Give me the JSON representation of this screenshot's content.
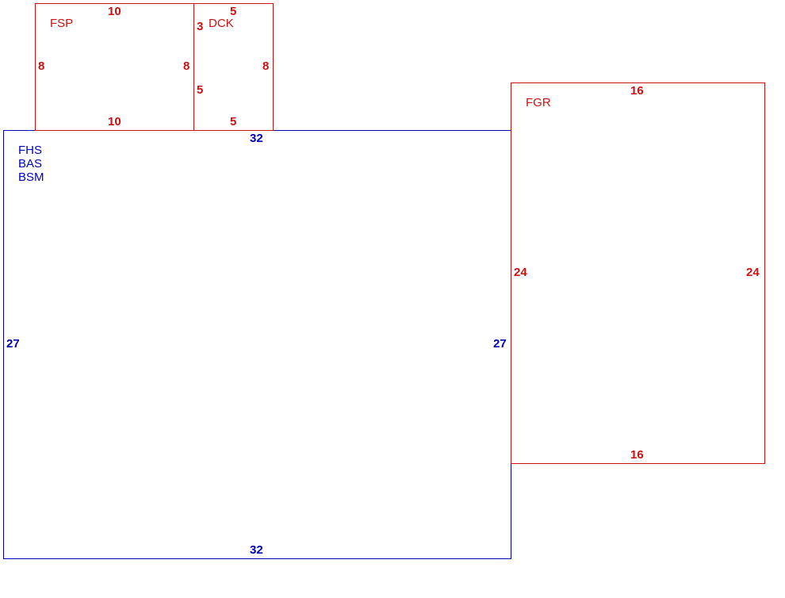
{
  "colors": {
    "main_area": "#0000bb",
    "additions": "#cc1111"
  },
  "areas": {
    "main": {
      "codes": [
        "FHS",
        "BAS",
        "BSM"
      ],
      "dims": {
        "top": "32",
        "bottom": "32",
        "left": "27",
        "right": "27"
      }
    },
    "fsp": {
      "code": "FSP",
      "dims": {
        "top": "10",
        "bottom": "10",
        "left": "8",
        "right": "8"
      }
    },
    "dck": {
      "code": "DCK",
      "dims": {
        "top": "5",
        "bottom": "5",
        "left_upper": "3",
        "left_lower": "5",
        "right": "8"
      }
    },
    "fgr": {
      "code": "FGR",
      "dims": {
        "top": "16",
        "bottom": "16",
        "left": "24",
        "right": "24"
      }
    }
  }
}
